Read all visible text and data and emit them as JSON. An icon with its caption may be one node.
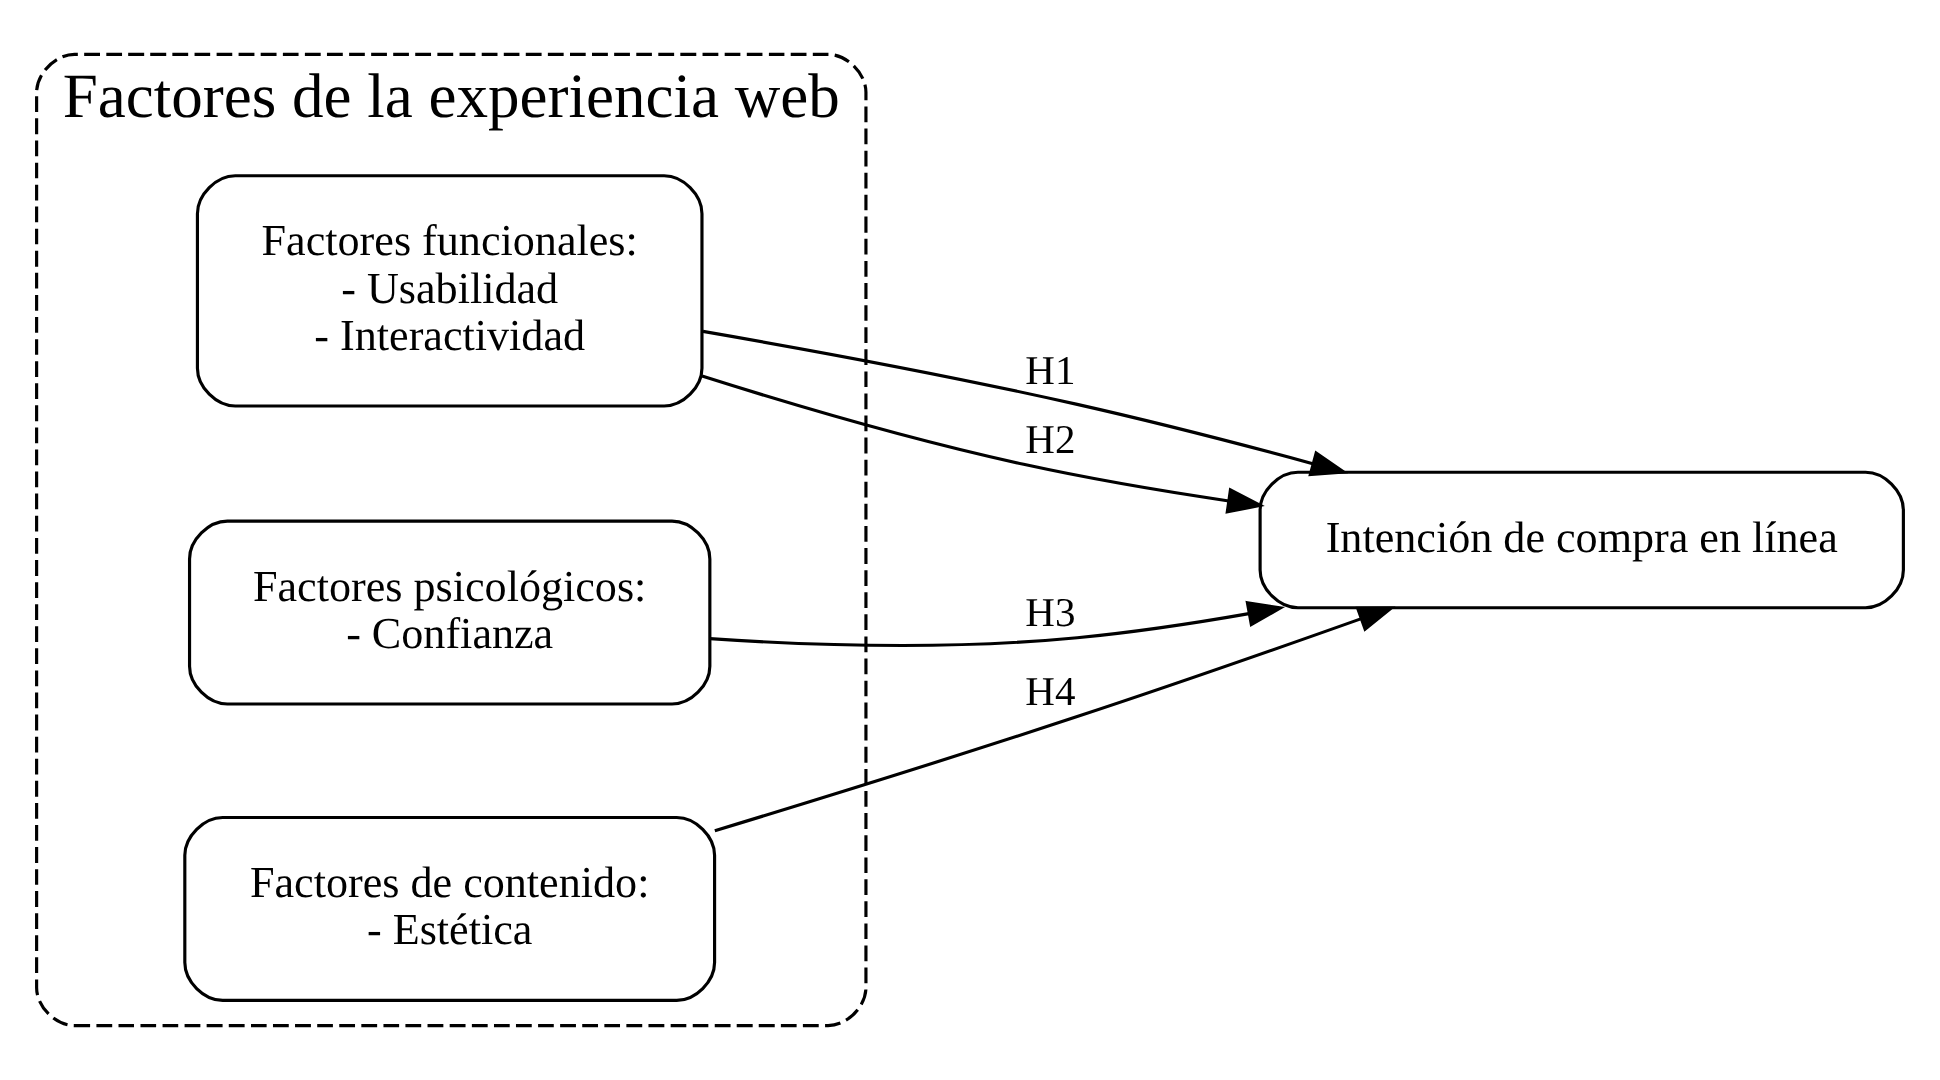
{
  "diagram": {
    "nodes": [
      {
        "text": [
          "Factores de la experiencia web"
        ]
      },
      {
        "text": [
          "Factores funcionales:",
          "- Usabilidad",
          "- Interactividad"
        ],
        "in": 0
      },
      {
        "text": [
          "Factores psicológicos:",
          "- Confianza"
        ],
        "in": 0
      },
      {
        "text": [
          "Factores de contenido:",
          "- Estética"
        ],
        "in": 0
      },
      {
        "text": [
          "Intención de compra en línea"
        ]
      }
    ],
    "edges": [
      {
        "from": 1,
        "to": 4,
        "arrow": "to",
        "label": "H1"
      },
      {
        "from": 1,
        "to": 4,
        "arrow": "to",
        "label": "H2"
      },
      {
        "from": 2,
        "to": 4,
        "arrow": "to",
        "label": "H3"
      },
      {
        "from": 3,
        "to": 4,
        "arrow": "to",
        "label": "H4"
      }
    ]
  }
}
